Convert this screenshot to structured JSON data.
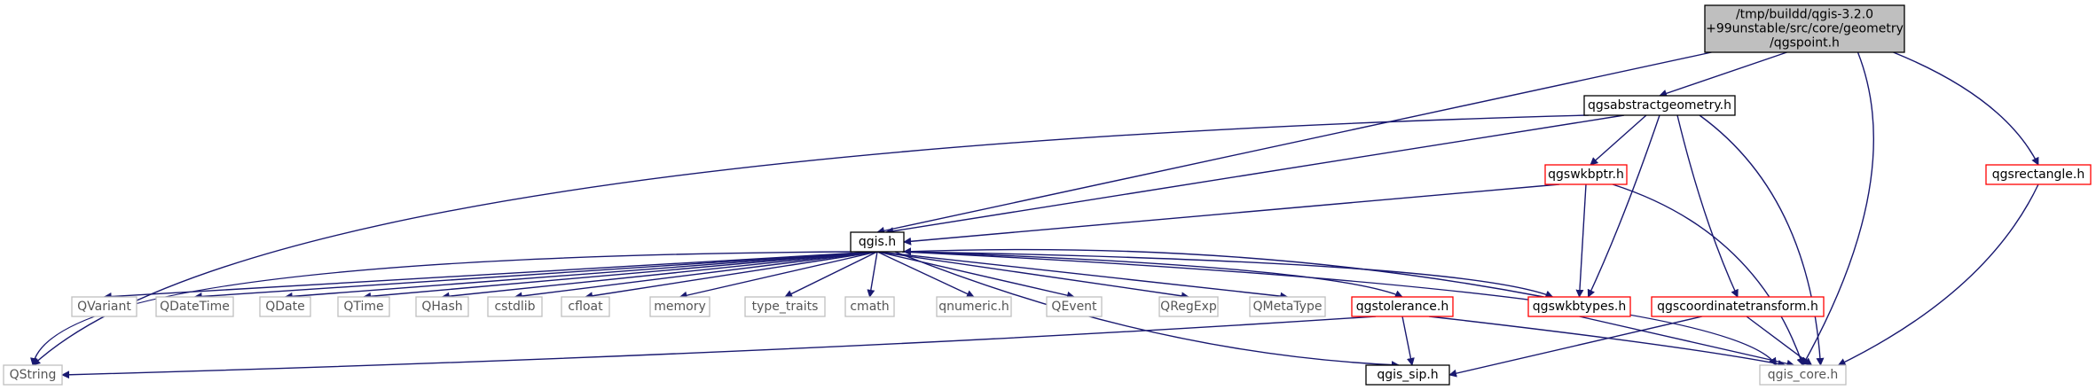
{
  "graph": {
    "colors": {
      "edge": "#191970",
      "root_fill": "#bfbfbf",
      "root_border": "#000000",
      "documented_border": "#000000",
      "truncated_border": "#ff0000",
      "external_border": "#bfbfbf",
      "external_text": "#555555"
    },
    "nodes": [
      {
        "id": "root",
        "label_lines": [
          "/tmp/buildd/qgis-3.2.0",
          "+99unstable/src/core/geometry",
          "/qgspoint.h"
        ],
        "kind": "root"
      },
      {
        "id": "qgsabstractgeometry",
        "label": "qgsabstractgeometry.h",
        "kind": "documented"
      },
      {
        "id": "qgsrectangle",
        "label": "qgsrectangle.h",
        "kind": "truncated"
      },
      {
        "id": "qgswkbptr",
        "label": "qgswkbptr.h",
        "kind": "truncated"
      },
      {
        "id": "qgis",
        "label": "qgis.h",
        "kind": "documented"
      },
      {
        "id": "QString",
        "label": "QString",
        "kind": "external"
      },
      {
        "id": "QVariant",
        "label": "QVariant",
        "kind": "external"
      },
      {
        "id": "QDateTime",
        "label": "QDateTime",
        "kind": "external"
      },
      {
        "id": "QDate",
        "label": "QDate",
        "kind": "external"
      },
      {
        "id": "QTime",
        "label": "QTime",
        "kind": "external"
      },
      {
        "id": "QHash",
        "label": "QHash",
        "kind": "external"
      },
      {
        "id": "cstdlib",
        "label": "cstdlib",
        "kind": "external"
      },
      {
        "id": "cfloat",
        "label": "cfloat",
        "kind": "external"
      },
      {
        "id": "memory",
        "label": "memory",
        "kind": "external"
      },
      {
        "id": "type_traits",
        "label": "type_traits",
        "kind": "external"
      },
      {
        "id": "cmath",
        "label": "cmath",
        "kind": "external"
      },
      {
        "id": "qnumeric",
        "label": "qnumeric.h",
        "kind": "external"
      },
      {
        "id": "QEvent",
        "label": "QEvent",
        "kind": "external"
      },
      {
        "id": "QRegExp",
        "label": "QRegExp",
        "kind": "external"
      },
      {
        "id": "QMetaType",
        "label": "QMetaType",
        "kind": "external"
      },
      {
        "id": "qgstolerance",
        "label": "qgstolerance.h",
        "kind": "truncated"
      },
      {
        "id": "qgswkbtypes",
        "label": "qgswkbtypes.h",
        "kind": "truncated"
      },
      {
        "id": "qgscoordinatetransform",
        "label": "qgscoordinatetransform.h",
        "kind": "truncated"
      },
      {
        "id": "qgis_sip",
        "label": "qgis_sip.h",
        "kind": "documented"
      },
      {
        "id": "qgis_core",
        "label": "qgis_core.h",
        "kind": "external"
      }
    ],
    "edges": [
      [
        "root",
        "qgsabstractgeometry"
      ],
      [
        "root",
        "qgis"
      ],
      [
        "root",
        "qgis_core"
      ],
      [
        "root",
        "qgsrectangle"
      ],
      [
        "qgsabstractgeometry",
        "QString"
      ],
      [
        "qgsabstractgeometry",
        "qgis"
      ],
      [
        "qgsabstractgeometry",
        "qgswkbptr"
      ],
      [
        "qgsabstractgeometry",
        "qgswkbtypes"
      ],
      [
        "qgsabstractgeometry",
        "qgscoordinatetransform"
      ],
      [
        "qgsabstractgeometry",
        "qgis_core"
      ],
      [
        "qgsrectangle",
        "qgis_core"
      ],
      [
        "qgswkbptr",
        "qgis"
      ],
      [
        "qgswkbptr",
        "qgswkbtypes"
      ],
      [
        "qgswkbptr",
        "qgis_core"
      ],
      [
        "qgis",
        "QString"
      ],
      [
        "qgis",
        "QVariant"
      ],
      [
        "qgis",
        "QDateTime"
      ],
      [
        "qgis",
        "QDate"
      ],
      [
        "qgis",
        "QTime"
      ],
      [
        "qgis",
        "QHash"
      ],
      [
        "qgis",
        "cstdlib"
      ],
      [
        "qgis",
        "cfloat"
      ],
      [
        "qgis",
        "memory"
      ],
      [
        "qgis",
        "type_traits"
      ],
      [
        "qgis",
        "cmath"
      ],
      [
        "qgis",
        "qnumeric"
      ],
      [
        "qgis",
        "QEvent"
      ],
      [
        "qgis",
        "QRegExp"
      ],
      [
        "qgis",
        "QMetaType"
      ],
      [
        "qgis",
        "qgstolerance"
      ],
      [
        "qgis",
        "qgswkbtypes"
      ],
      [
        "qgis",
        "qgis_sip"
      ],
      [
        "qgis",
        "qgis_core"
      ],
      [
        "qgstolerance",
        "QString"
      ],
      [
        "qgstolerance",
        "qgis_sip"
      ],
      [
        "qgstolerance",
        "qgis_core"
      ],
      [
        "qgswkbtypes",
        "qgis"
      ],
      [
        "qgswkbtypes",
        "qgis_core"
      ],
      [
        "qgscoordinatetransform",
        "qgis_sip"
      ],
      [
        "qgscoordinatetransform",
        "qgis_core"
      ]
    ]
  }
}
